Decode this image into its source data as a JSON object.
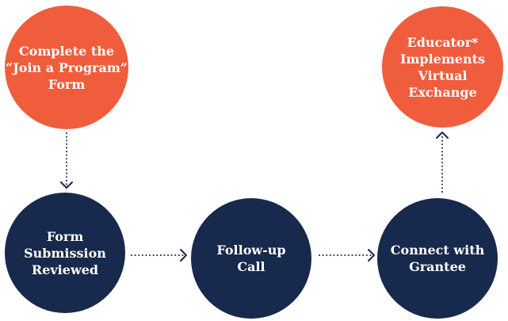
{
  "diagram": {
    "type": "process-flow",
    "colors": {
      "start_end_node": "#ef5d3d",
      "step_node": "#17294c",
      "node_text": "#ffffff",
      "connector": "#17294c"
    },
    "nodes": {
      "complete_form": "Complete the\n“Join a Program”\nForm",
      "form_reviewed": "Form\nSubmission\nReviewed",
      "follow_up_call": "Follow-up\nCall",
      "connect_grantee": "Connect with\nGrantee",
      "educator_implements": "Educator*\nImplements\nVirtual\nExchange"
    },
    "connector_style": "dotted-arrow"
  }
}
